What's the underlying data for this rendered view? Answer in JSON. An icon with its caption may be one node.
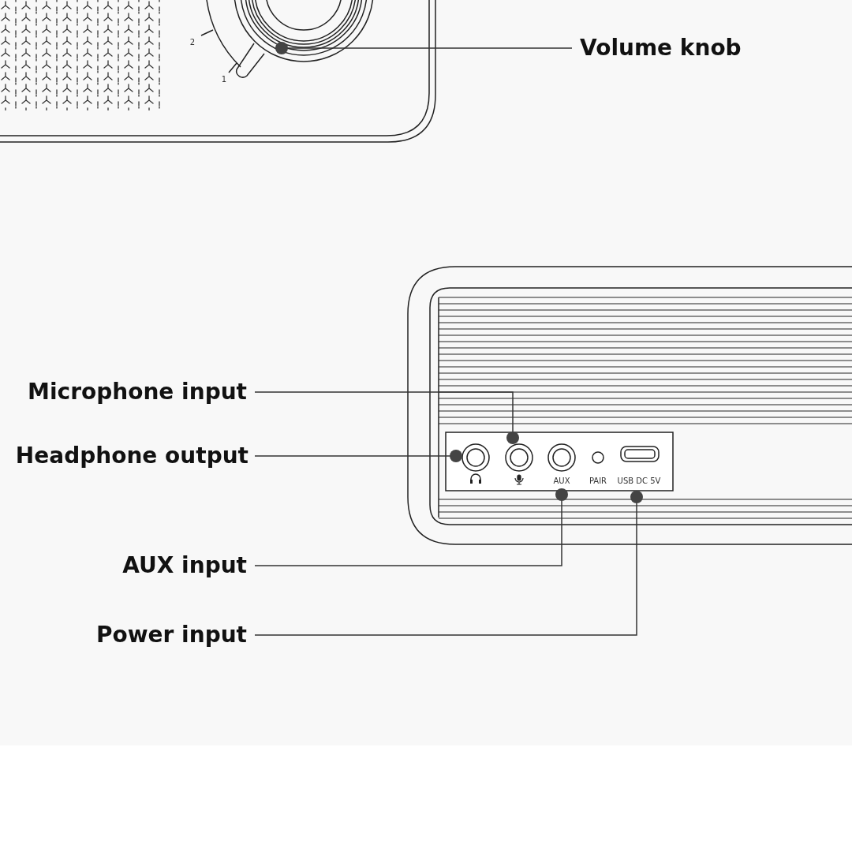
{
  "diagram": {
    "nodes": [
      {
        "text": [
          "Volume knob"
        ]
      },
      {
        "text": [],
        "shape": "circle"
      },
      {
        "text": [
          "Microphone input"
        ]
      },
      {
        "text": [
          "Headphone output"
        ]
      },
      {
        "text": [],
        "shape": "circle"
      },
      {
        "text": [],
        "shape": "circle"
      },
      {
        "text": [],
        "shape": "circle"
      },
      {
        "text": [],
        "shape": "box"
      },
      {
        "text": [
          "AUX input"
        ]
      },
      {
        "text": [
          "Power input"
        ]
      }
    ],
    "edges": [
      {
        "from": 0,
        "to": 1,
        "arrow": "other"
      },
      {
        "from": 2,
        "to": 5,
        "arrow": "other"
      },
      {
        "from": 3,
        "to": 4,
        "arrow": "other"
      },
      {
        "from": 8,
        "to": 6,
        "arrow": "other"
      },
      {
        "from": 9,
        "to": 7,
        "arrow": "other"
      }
    ],
    "labels": [
      "2",
      "1",
      "AUX",
      "PAIR",
      "USB DC 5V"
    ]
  }
}
